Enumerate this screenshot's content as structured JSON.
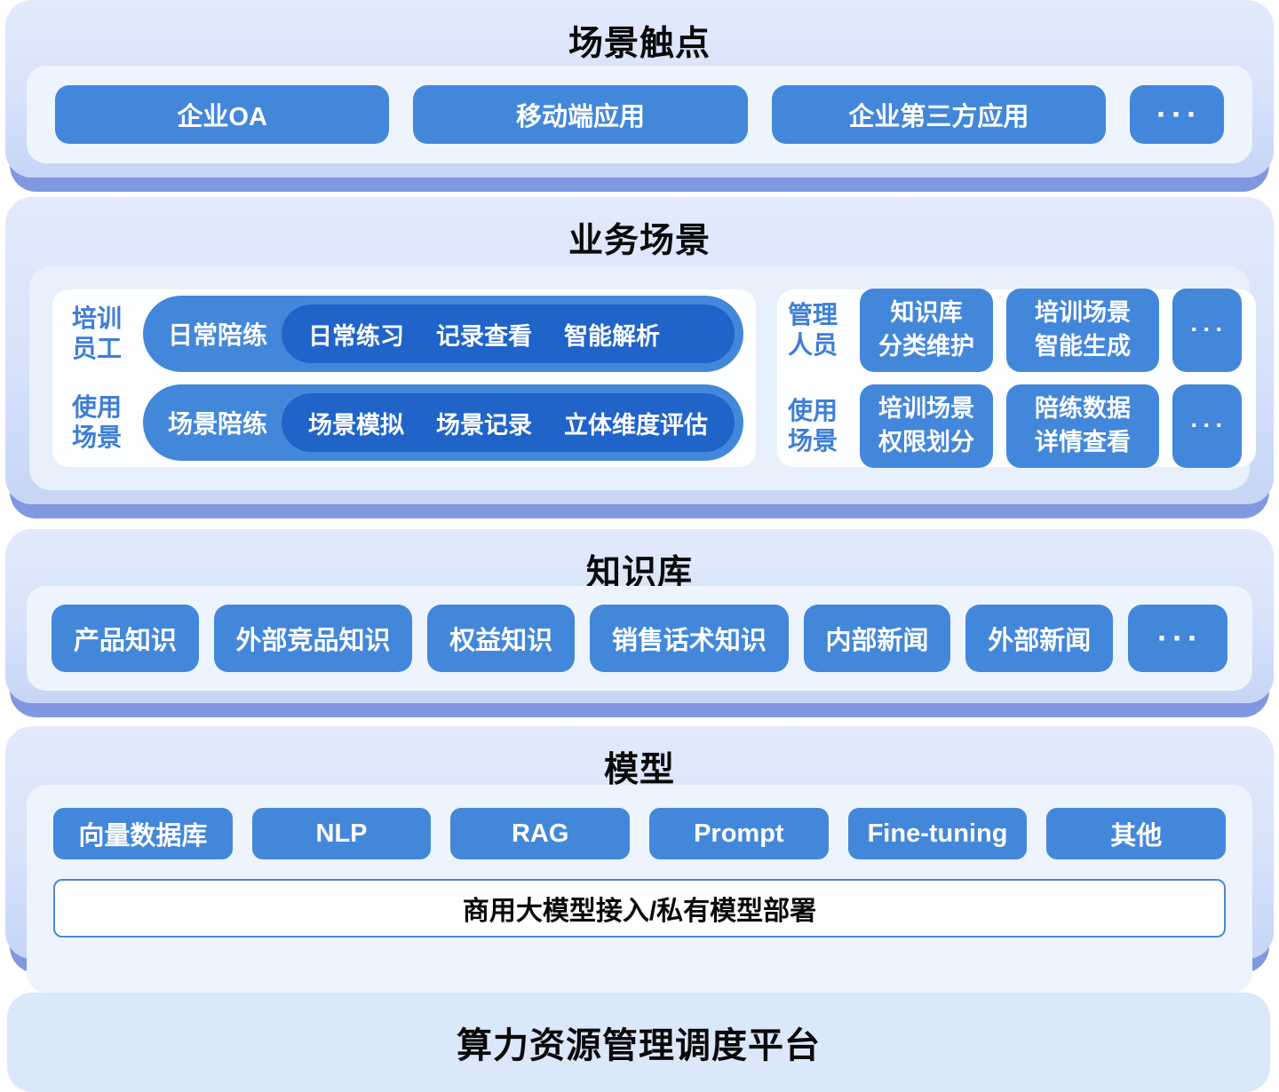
{
  "colors": {
    "chip_blue": "#4387da",
    "inner_pill_blue": "#2064ca",
    "layer_gradient_top": "#e2eafc",
    "layer_gradient_bottom": "#c7d5f6",
    "layer_shadow_strip": "#8098e0",
    "panel_bg": "#eef4fd",
    "subpanel_bg": "#e8f0fc",
    "card_bg": "#fdfeff",
    "role_label_blue": "#3e7ed6",
    "title_text": "#0a0a0a",
    "bottom_bar_bg": "#dbe8fa",
    "model_bar_border": "#4d86d8"
  },
  "layers": {
    "touchpoints": {
      "title": "场景触点",
      "items": [
        "企业OA",
        "移动端应用",
        "企业第三方应用"
      ],
      "more": "···"
    },
    "business": {
      "title": "业务场景",
      "left_card": {
        "rows": [
          {
            "role_line1": "培训",
            "role_line2": "员工",
            "pill": "日常陪练",
            "inner": [
              "日常练习",
              "记录查看",
              "智能解析"
            ]
          },
          {
            "role_line1": "使用",
            "role_line2": "场景",
            "pill": "场景陪练",
            "inner": [
              "场景模拟",
              "场景记录",
              "立体维度评估"
            ]
          }
        ]
      },
      "right_card": {
        "rows": [
          {
            "role_line1": "管理",
            "role_line2": "人员",
            "buttons": [
              {
                "line1": "知识库",
                "line2": "分类维护"
              },
              {
                "line1": "培训场景",
                "line2": "智能生成"
              }
            ],
            "more": "···"
          },
          {
            "role_line1": "使用",
            "role_line2": "场景",
            "buttons": [
              {
                "line1": "培训场景",
                "line2": "权限划分"
              },
              {
                "line1": "陪练数据",
                "line2": "详情查看"
              }
            ],
            "more": "···"
          }
        ]
      }
    },
    "knowledge": {
      "title": "知识库",
      "items": [
        "产品知识",
        "外部竞品知识",
        "权益知识",
        "销售话术知识",
        "内部新闻",
        "外部新闻"
      ],
      "more": "···"
    },
    "model": {
      "title": "模型",
      "items": [
        "向量数据库",
        "NLP",
        "RAG",
        "Prompt",
        "Fine-tuning",
        "其他"
      ],
      "bar": "商用大模型接入/私有模型部署"
    },
    "platform": {
      "title": "算力资源管理调度平台"
    }
  }
}
